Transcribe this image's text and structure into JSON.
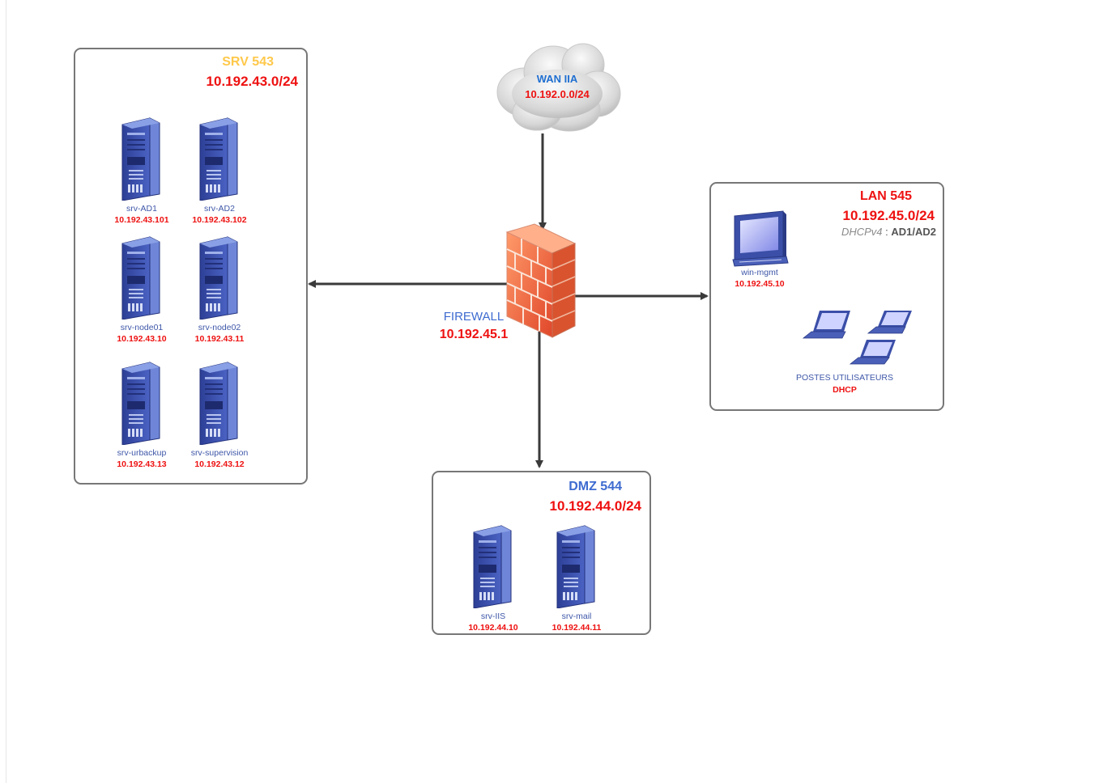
{
  "wan": {
    "name": "WAN IIA",
    "subnet": "10.192.0.0/24"
  },
  "firewall": {
    "label": "FIREWALL",
    "ip": "10.192.45.1"
  },
  "srv_zone": {
    "title": "SRV 543",
    "subnet": "10.192.43.0/24",
    "hosts": [
      {
        "name": "srv-AD1",
        "ip": "10.192.43.101"
      },
      {
        "name": "srv-AD2",
        "ip": "10.192.43.102"
      },
      {
        "name": "srv-node01",
        "ip": "10.192.43.10"
      },
      {
        "name": "srv-node02",
        "ip": "10.192.43.11"
      },
      {
        "name": "srv-urbackup",
        "ip": "10.192.43.13"
      },
      {
        "name": "srv-supervision",
        "ip": "10.192.43.12"
      }
    ]
  },
  "lan_zone": {
    "title": "LAN 545",
    "subnet": "10.192.45.0/24",
    "dhcp_prefix": "DHCPv4",
    "dhcp_sep": " : ",
    "dhcp_servers": "AD1/AD2",
    "mgmt": {
      "name": "win-mgmt",
      "ip": "10.192.45.10"
    },
    "clients": {
      "label": "POSTES UTILISATEURS",
      "mode": "DHCP"
    }
  },
  "dmz_zone": {
    "title": "DMZ 544",
    "subnet": "10.192.44.0/24",
    "hosts": [
      {
        "name": "srv-IIS",
        "ip": "10.192.44.10"
      },
      {
        "name": "srv-mail",
        "ip": "10.192.44.11"
      }
    ]
  },
  "colors": {
    "srv_title": "#ffc84a",
    "lan_title": "#ee1111",
    "dmz_title": "#3e6bd0",
    "wan_title": "#1f6fd1",
    "subnet": "#ee1111",
    "link": "#3a3a3a"
  },
  "icons": [
    "cloud-icon",
    "firewall-icon",
    "server-icon",
    "desktop-icon",
    "laptop-icon"
  ]
}
